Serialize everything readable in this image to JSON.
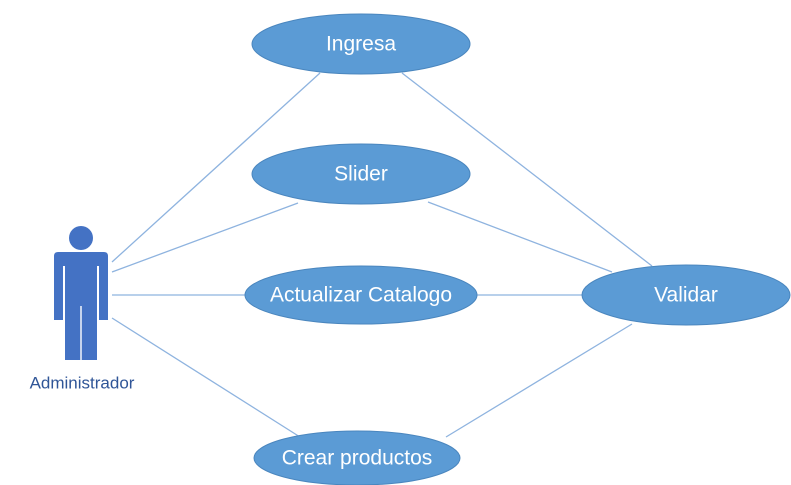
{
  "diagram": {
    "actor": {
      "label": "Administrador",
      "icon": "person-icon"
    },
    "use_cases": {
      "ingresa": "Ingresa",
      "slider": "Slider",
      "actualizar_catalogo": "Actualizar Catalogo",
      "crear_productos": "Crear productos",
      "validar": "Validar"
    },
    "colors": {
      "use_case_fill": "#5b9bd5",
      "actor_fill": "#4472c4",
      "connector": "#8eb3df",
      "actor_label": "#2f5597"
    }
  }
}
